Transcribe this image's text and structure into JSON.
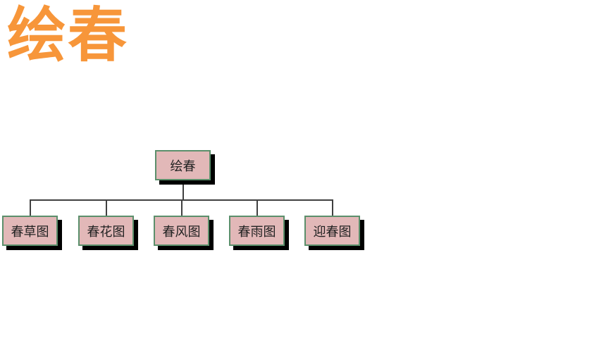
{
  "page": {
    "title": "绘春"
  },
  "diagram": {
    "root": {
      "label": "绘春"
    },
    "children": [
      {
        "label": "春草图"
      },
      {
        "label": "春花图"
      },
      {
        "label": "春风图"
      },
      {
        "label": "春雨图"
      },
      {
        "label": "迎春图"
      }
    ]
  },
  "colors": {
    "title": "#f7963a",
    "node_fill": "#e2b8b8",
    "node_border": "#5b8f6b",
    "node_shadow": "#000000",
    "connector": "#404040"
  }
}
